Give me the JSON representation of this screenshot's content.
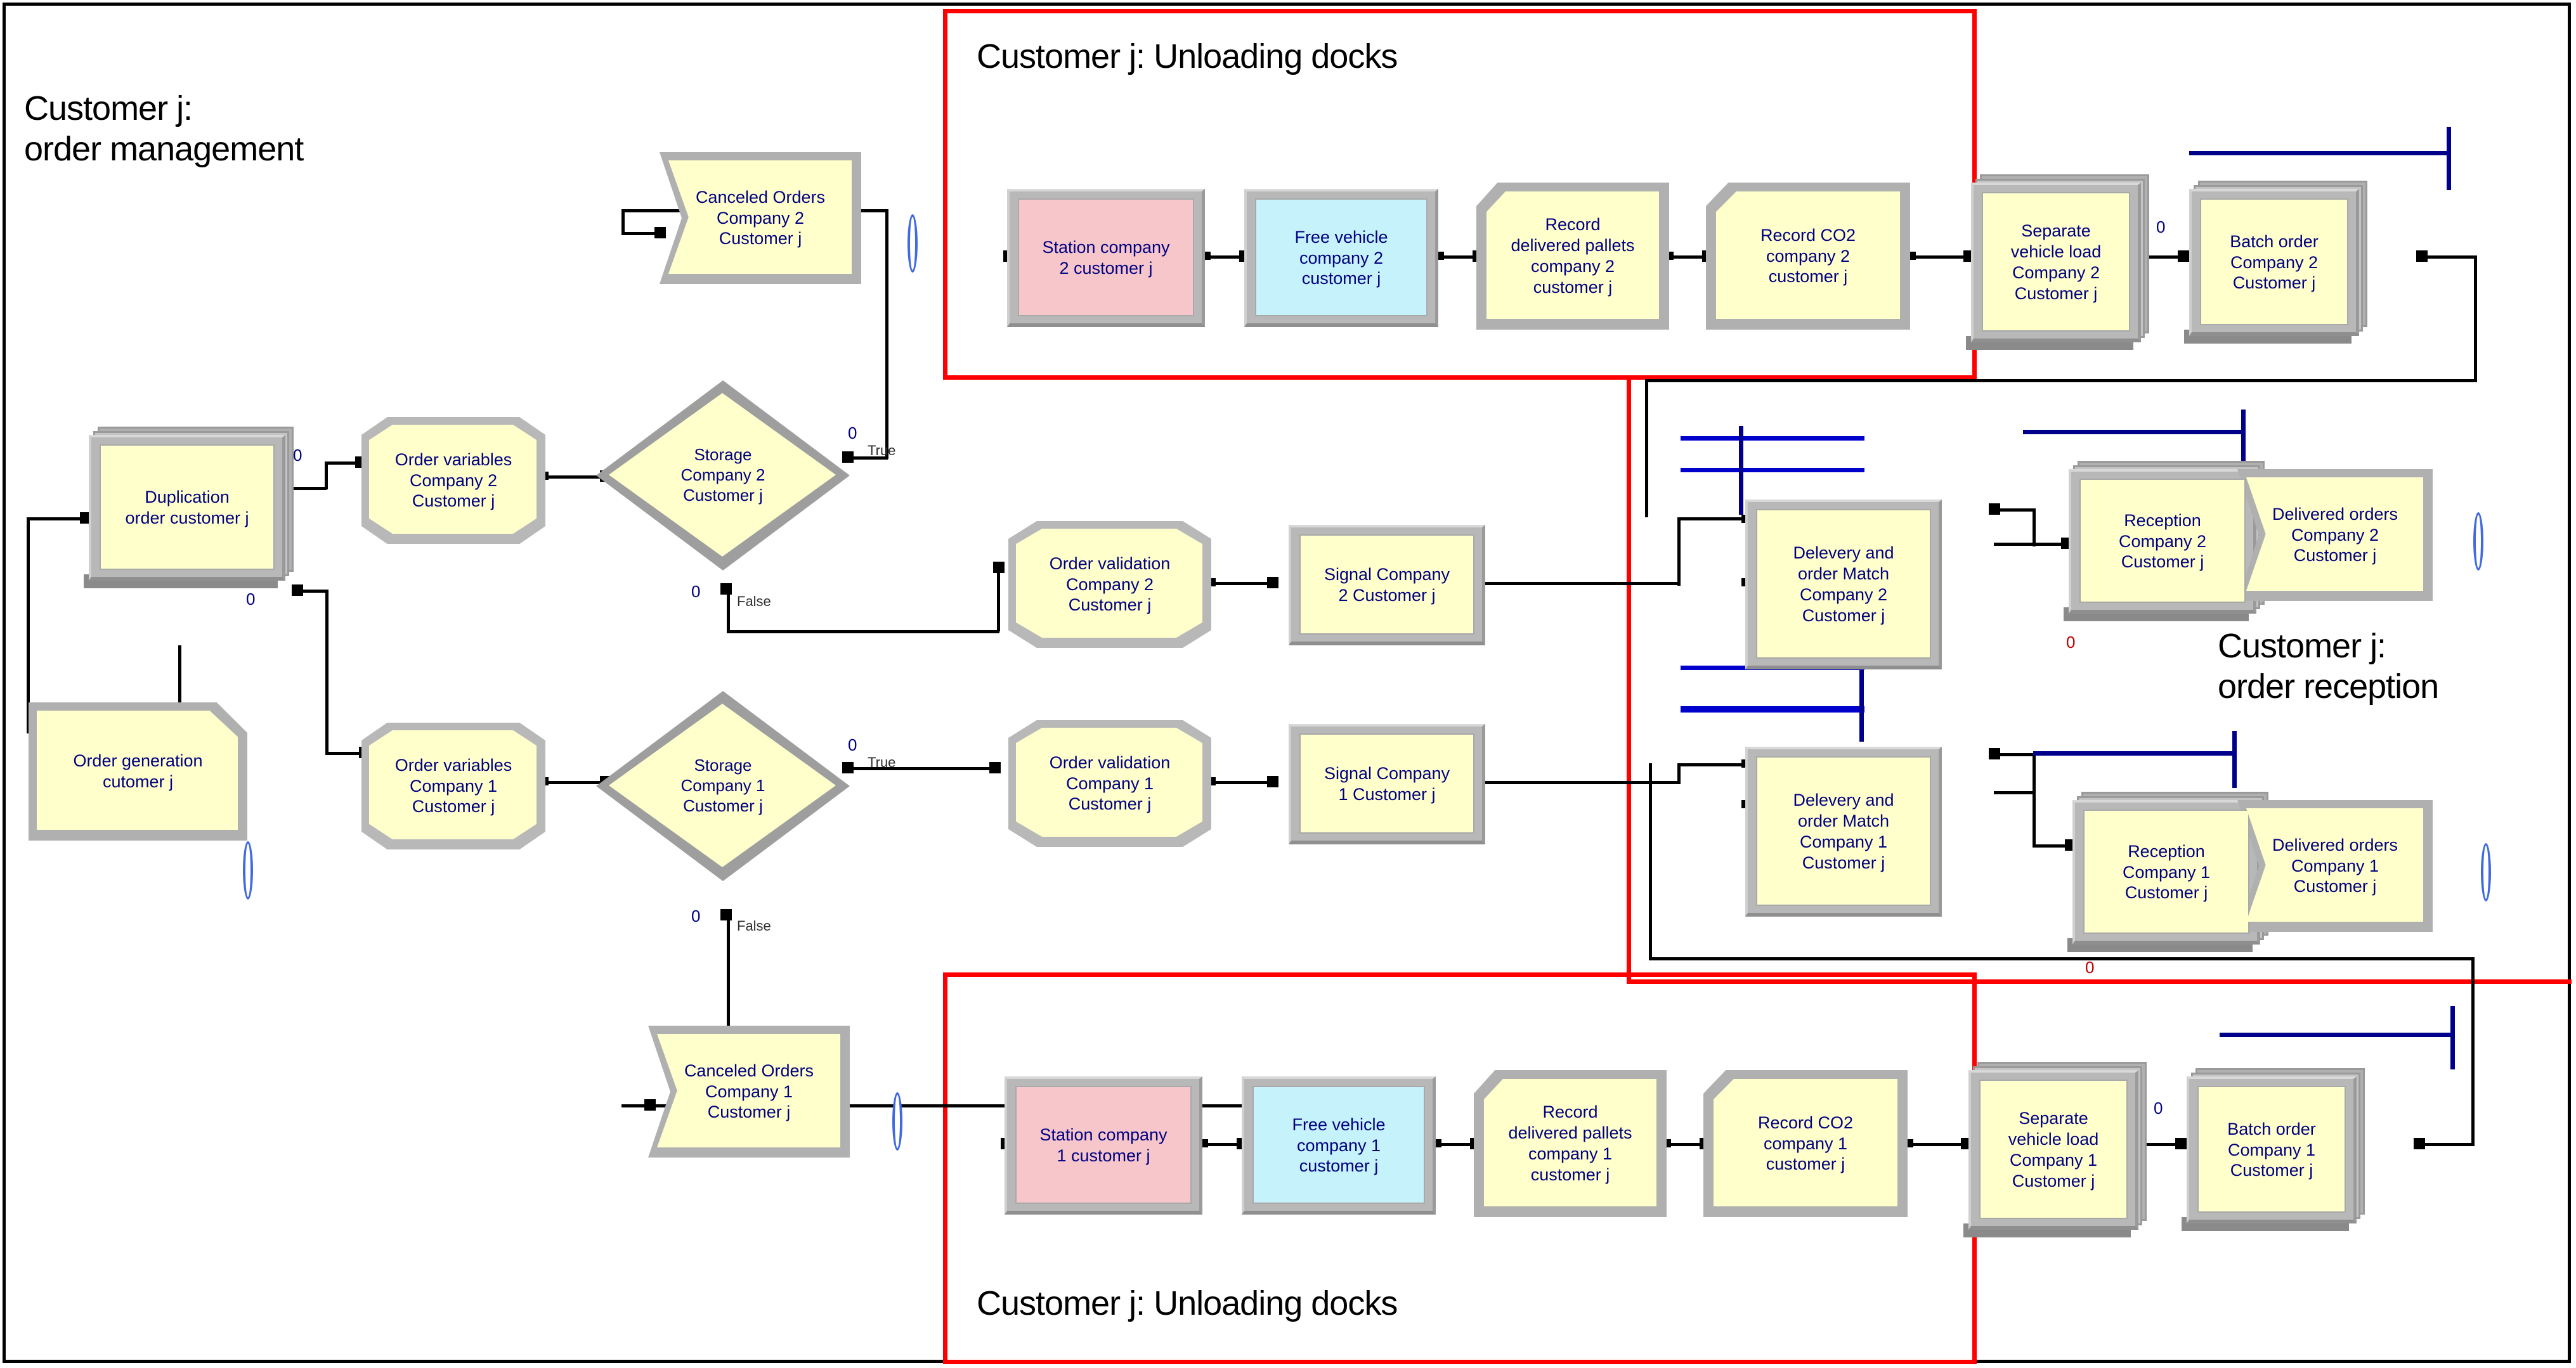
{
  "diagram": {
    "title": "Customer j simulation model",
    "colors": {
      "region_border": "#ff0000",
      "block_face": "#ffffcc",
      "block_face_pink": "#f7c6cb",
      "block_face_cyan": "#c6f2fb",
      "label_text": "#000080",
      "queue_line": "#0000cd",
      "queue_line_navy": "#00008b",
      "sink_marker": "#4169e1",
      "connector": "#000000",
      "red_counter": "#c00000"
    }
  },
  "sections": {
    "order_management": "Customer j:\norder management",
    "order_reception": "Customer j:\norder reception",
    "unloading_docks_top": "Customer j: Unloading docks",
    "unloading_docks_bottom": "Customer j: Unloading docks"
  },
  "blocks": {
    "order_generation": "Order generation\ncutomer j",
    "duplication": "Duplication\norder customer j",
    "order_variables_2": "Order variables\nCompany 2\nCustomer j",
    "order_variables_1": "Order variables\nCompany 1\nCustomer j",
    "storage_2": "Storage\nCompany 2\nCustomer j",
    "storage_1": "Storage\nCompany 1\nCustomer j",
    "canceled_orders_2": "Canceled Orders\nCompany 2\nCustomer j",
    "canceled_orders_1": "Canceled Orders\nCompany 1\nCustomer j",
    "order_validation_2": "Order validation\nCompany 2\nCustomer j",
    "order_validation_1": "Order validation\nCompany 1\nCustomer j",
    "signal_2": "Signal Company\n2 Customer j",
    "signal_1": "Signal Company\n1 Customer j",
    "station_2": "Station company\n2 customer j",
    "station_1": "Station company\n1 customer j",
    "free_vehicle_2": "Free vehicle\ncompany 2\ncustomer j",
    "free_vehicle_1": "Free vehicle\ncompany 1\ncustomer j",
    "record_pallets_2": "Record\ndelivered pallets\ncompany 2\ncustomer j",
    "record_pallets_1": "Record\ndelivered pallets\ncompany 1\ncustomer j",
    "record_co2_2": "Record CO2\ncompany 2\ncustomer j",
    "record_co2_1": "Record CO2\ncompany 1\ncustomer j",
    "separate_load_2": "Separate\nvehicle load\nCompany 2\nCustomer j",
    "separate_load_1": "Separate\nvehicle load\nCompany 1\nCustomer j",
    "batch_order_2": "Batch  order\nCompany 2\nCustomer j",
    "batch_order_1": "Batch  order\nCompany 1\nCustomer j",
    "delivery_match_2": "Delevery and\norder Match\nCompany 2\nCustomer j",
    "delivery_match_1": "Delevery and\norder Match\nCompany 1\nCustomer j",
    "reception_2": "Reception\nCompany 2\nCustomer j",
    "reception_1": "Reception\nCompany 1\nCustomer j",
    "delivered_orders_2": "Delivered orders\nCompany 2\nCustomer j",
    "delivered_orders_1": "Delivered orders\nCompany 1\nCustomer j"
  },
  "port_labels": {
    "dup_out_top": "0",
    "dup_out_bottom": "0",
    "storage2_true": "0",
    "storage2_false": "0",
    "storage1_true": "0",
    "storage1_false": "0",
    "batch2_in": "0",
    "batch1_in": "0",
    "reception2_count": "0",
    "reception1_count": "0"
  },
  "branch_labels": {
    "storage2_true": "True",
    "storage2_false": "False",
    "storage1_true": "True",
    "storage1_false": "False"
  }
}
